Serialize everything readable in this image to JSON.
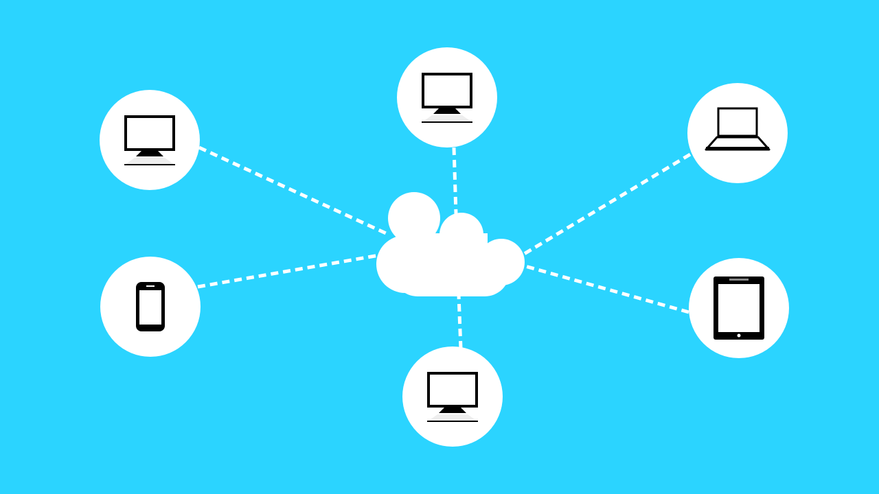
{
  "colors": {
    "background": "#2bd4ff",
    "node_fill": "#ffffff",
    "icon": "#000000",
    "link": "#ffffff"
  },
  "hub": {
    "icon": "cloud-icon"
  },
  "nodes": [
    {
      "id": "top-left",
      "icon": "desktop-monitor-icon"
    },
    {
      "id": "top-center",
      "icon": "desktop-monitor-icon"
    },
    {
      "id": "top-right",
      "icon": "laptop-icon"
    },
    {
      "id": "middle-left",
      "icon": "smartphone-icon"
    },
    {
      "id": "middle-right",
      "icon": "tablet-icon"
    },
    {
      "id": "bottom-center",
      "icon": "desktop-monitor-icon"
    }
  ]
}
